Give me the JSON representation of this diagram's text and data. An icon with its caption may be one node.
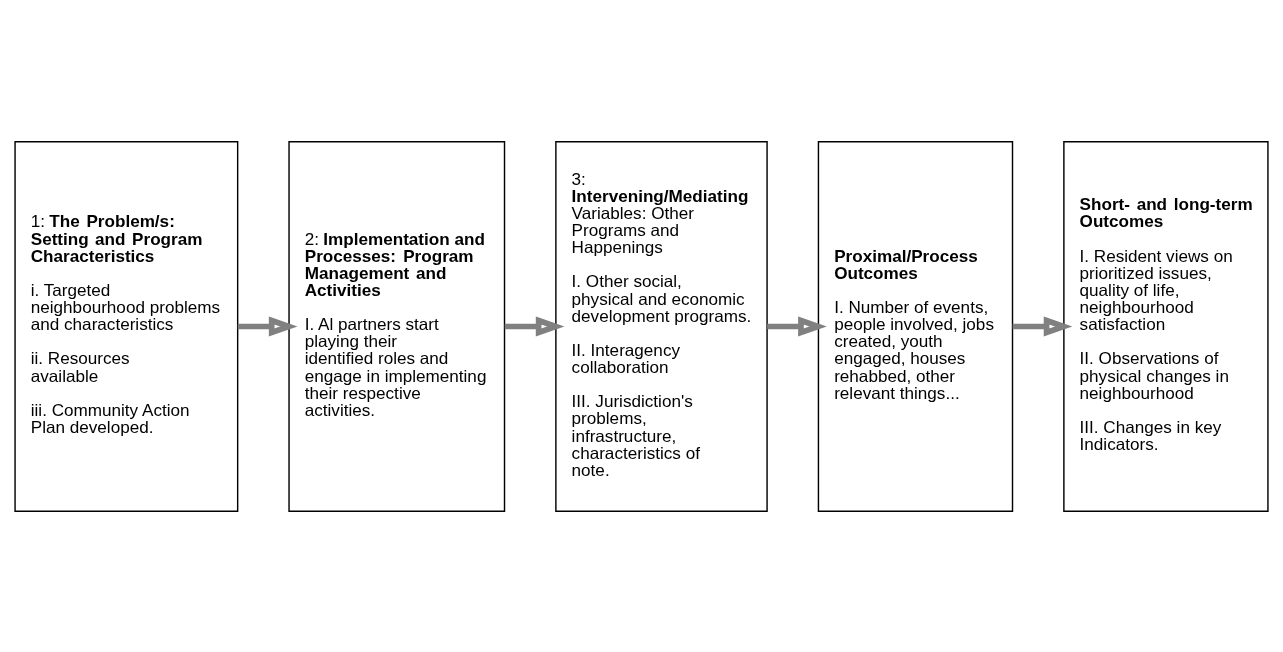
{
  "diagram": {
    "nodes": [
      {
        "text": [
          "1: **The Problem/s: Setting and Program Characteristics**",
          "i. Targeted neighbourhood problems and characteristics",
          "ii. Resources available",
          "iii. Community Action Plan developed."
        ]
      },
      {
        "text": [
          "2: **Implementation and Processes: Program Management and Activities**",
          "I. Al partners start playing their identified roles and engage in implementing their respective activities."
        ]
      },
      {
        "text": [
          "3: **Intervening/Mediating** Variables: Other Programs and Happenings",
          "I. Other social, physical and economic development programs.",
          "II. Interagency collaboration",
          "III. Jurisdiction's problems, infrastructure, characteristics of note."
        ]
      },
      {
        "text": [
          "**Proximal/Process Outcomes**",
          "I. Number of events, people involved, jobs created, youth engaged, houses rehabbed, other relevant things..."
        ]
      },
      {
        "text": [
          "**Short- and long-term Outcomes**",
          "I. Resident views on prioritized issues, quality of life, neighbourhood satisfaction",
          "II. Observations of physical changes in neighbourhood",
          "III. Changes in key Indicators."
        ]
      }
    ],
    "edges": [
      {
        "from": 0,
        "to": 1,
        "arrow": "to"
      },
      {
        "from": 1,
        "to": 2,
        "arrow": "to"
      },
      {
        "from": 2,
        "to": 3,
        "arrow": "to"
      },
      {
        "from": 3,
        "to": 4,
        "arrow": "to"
      }
    ]
  }
}
